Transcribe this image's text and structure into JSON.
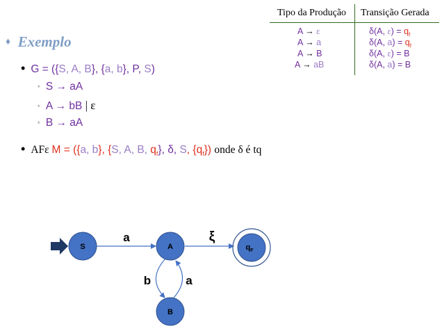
{
  "table": {
    "headers": [
      "Tipo da Produção",
      "Transição Gerada"
    ],
    "rows": [
      {
        "prod": [
          "A",
          " → ",
          "ε"
        ],
        "trans": [
          "δ(A, ",
          "ε",
          ") = ",
          "q",
          "f"
        ]
      },
      {
        "prod": [
          "A",
          " → ",
          "a"
        ],
        "trans": [
          "δ(A, ",
          "a",
          ") = ",
          "q",
          "f"
        ]
      },
      {
        "prod": [
          "A",
          " → ",
          "B"
        ],
        "trans": [
          "δ(A, ",
          "ε",
          ") = ",
          "B",
          ""
        ]
      },
      {
        "prod": [
          "A",
          " → ",
          "aB"
        ],
        "trans": [
          "δ(A, ",
          "a",
          ") = ",
          "B",
          ""
        ]
      }
    ]
  },
  "heading": {
    "marker": "♦",
    "title": "Exemplo"
  },
  "grammar": {
    "bullet": "•",
    "parts": [
      "G = ({",
      "S, A, B",
      "}, {",
      "a, b",
      "}, P, ",
      "S",
      ")"
    ],
    "rules": [
      {
        "marker": "*",
        "text": "S → aA",
        "tail": ""
      },
      {
        "marker": "*",
        "text": "A → bB",
        "tail": " | ε"
      },
      {
        "marker": "*",
        "text": "B → aA",
        "tail": ""
      }
    ]
  },
  "automaton_def": {
    "bullet": "•",
    "prefix": "AFε ",
    "parts": [
      "M = ({",
      "a, b",
      "}, {",
      "S, A, B, ",
      "q",
      "f",
      "}, δ, ",
      "S",
      ", {",
      "q",
      "f",
      "}) ",
      "onde δ é tq"
    ]
  },
  "diagram": {
    "states": [
      "S",
      "A",
      "q",
      "F",
      "B"
    ],
    "edges": [
      {
        "from": "S",
        "to": "A",
        "label": "a"
      },
      {
        "from": "A",
        "to": "qF",
        "label": "ξ"
      },
      {
        "from": "A",
        "to": "B",
        "label": "b"
      },
      {
        "from": "B",
        "to": "A",
        "label": "a"
      }
    ],
    "colors": {
      "state_fill": "#4472c4",
      "state_stroke": "#2f528f",
      "edge": "#4472c4",
      "start_arrow": "#203864"
    }
  }
}
